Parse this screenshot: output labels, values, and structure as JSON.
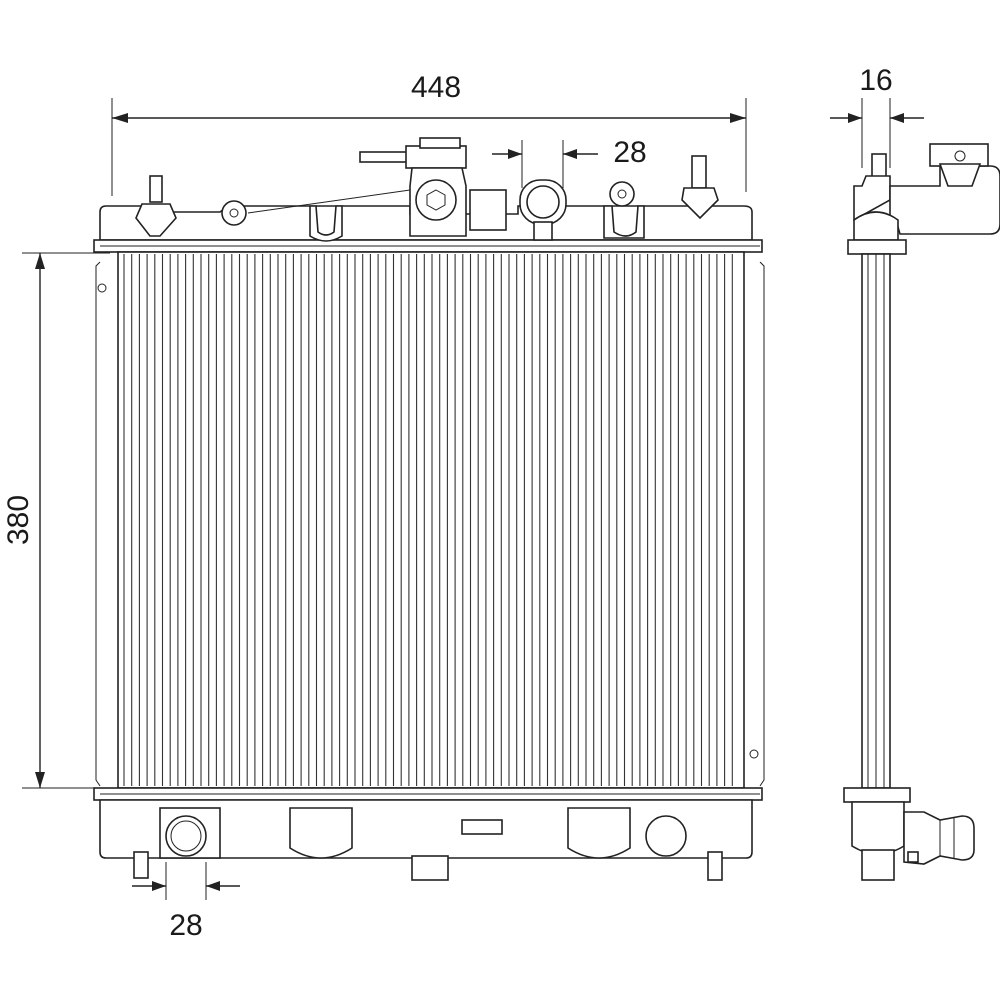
{
  "drawing": {
    "subject": "radiator technical drawing",
    "dimensions": {
      "width": "448",
      "height": "380",
      "inlet_top": "28",
      "outlet_bottom": "28",
      "depth": "16"
    }
  }
}
